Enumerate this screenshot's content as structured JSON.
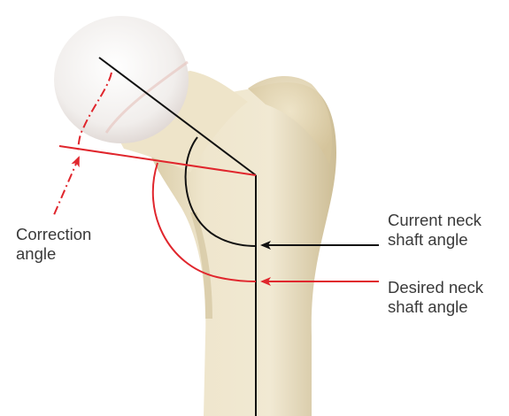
{
  "labels": {
    "correction_angle": "Correction\nangle",
    "current_neck_shaft_angle": "Current neck\nshaft angle",
    "desired_neck_shaft_angle": "Desired neck\nshaft angle"
  },
  "colors": {
    "current_line": "#111111",
    "desired_line": "#e0262d",
    "bone": "#ede2c5",
    "femoral_head": "#f3f1f0",
    "text": "#3a3a3a"
  },
  "icons": {
    "current_arrow": "arrow-left-icon",
    "desired_arrow": "arrow-left-icon"
  }
}
